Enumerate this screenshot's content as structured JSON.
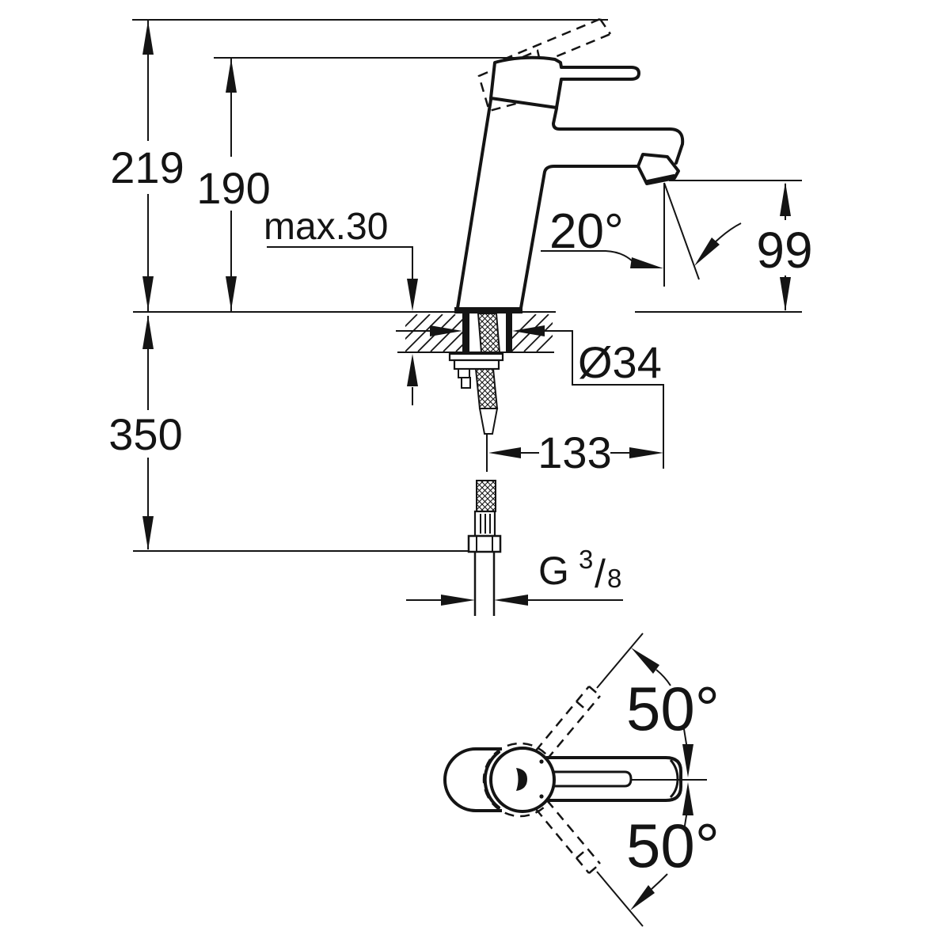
{
  "drawing": {
    "background": "#ffffff",
    "ink_color": "#141414",
    "type": "faucet installation dimensional drawing",
    "views": [
      "front-elevation-section",
      "top-plan"
    ],
    "labels": {
      "height_total": "219",
      "height_to_spout_top": "190",
      "deck_thickness_max": "max.30",
      "spout_stream_angle": "20°",
      "outlet_height_above_deck": "99",
      "mounting_hole_diameter": "Ø34",
      "spout_reach": "133",
      "hose_length_below_deck": "350",
      "thread_prefix": "G",
      "thread_numerator": "3",
      "thread_slash": "/",
      "thread_denominator": "8",
      "handle_swing_upper": "50°",
      "handle_swing_lower": "50°"
    }
  }
}
